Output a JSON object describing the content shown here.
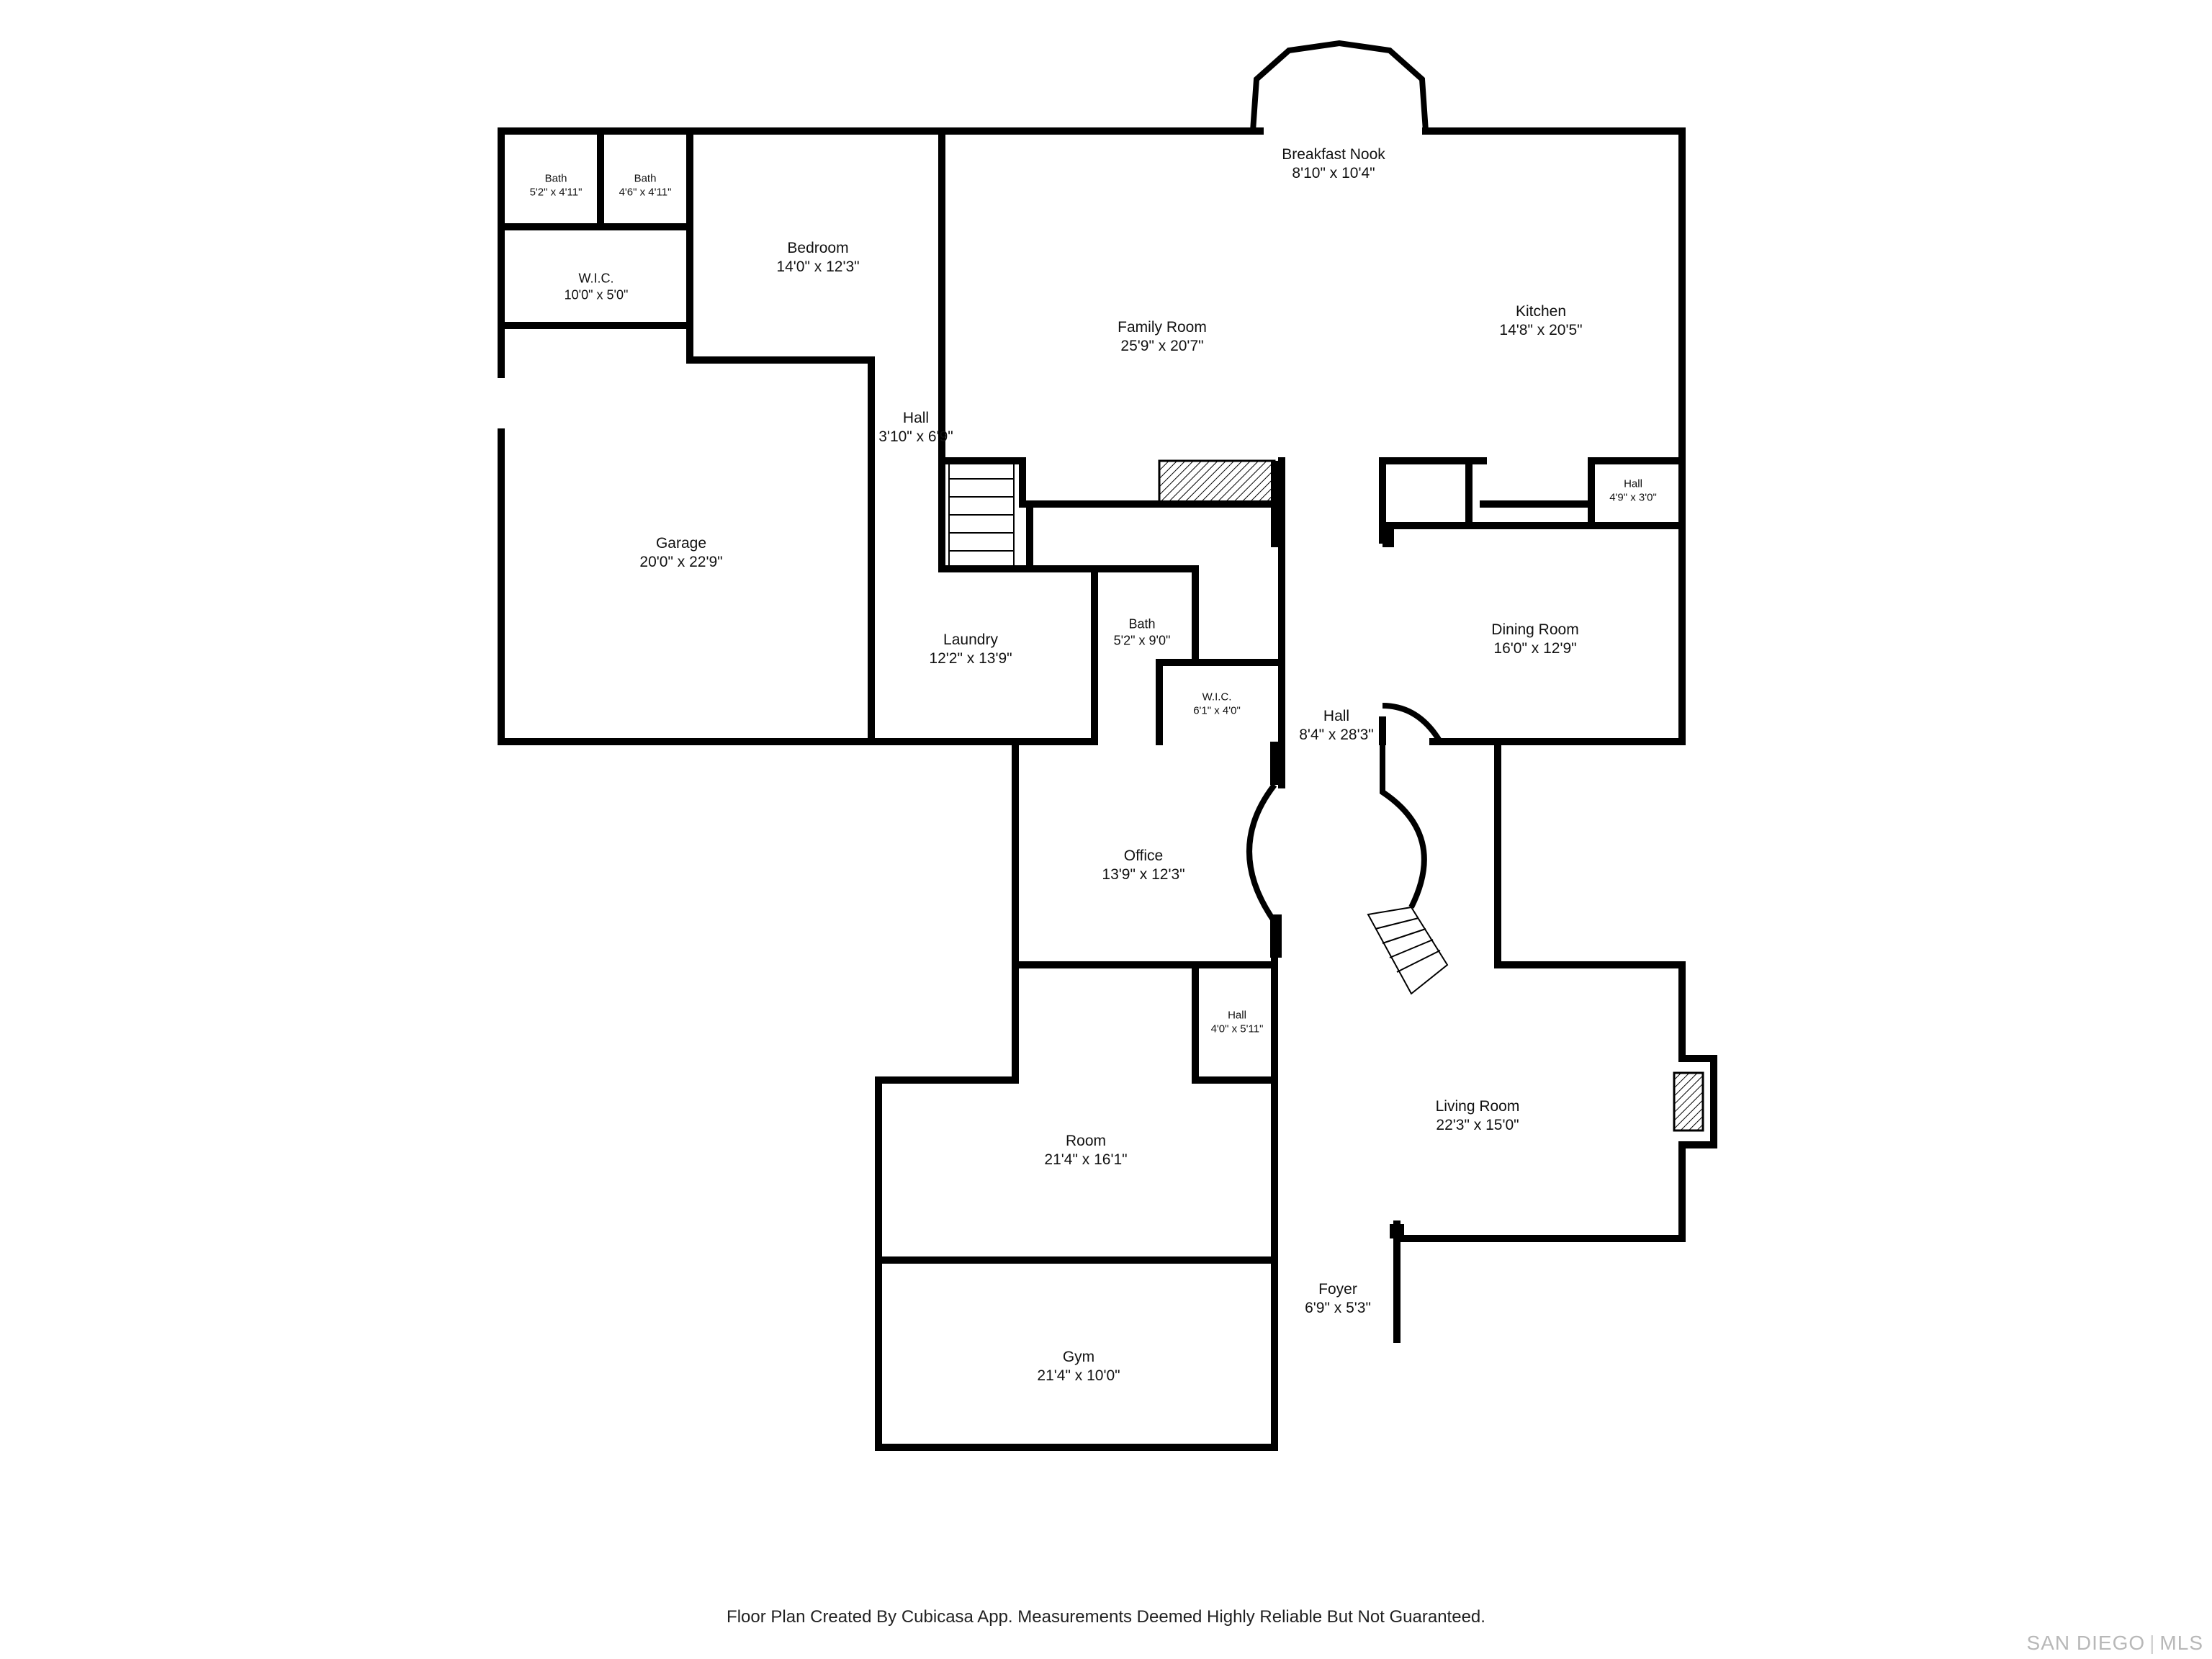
{
  "rooms": {
    "bath_a": {
      "name": "Bath",
      "dims": "5'2\" x 4'11\""
    },
    "bath_b": {
      "name": "Bath",
      "dims": "4'6\" x 4'11\""
    },
    "wic_top": {
      "name": "W.I.C.",
      "dims": "10'0\" x 5'0\""
    },
    "bedroom": {
      "name": "Bedroom",
      "dims": "14'0\" x 12'3\""
    },
    "breakfast_nook": {
      "name": "Breakfast Nook",
      "dims": "8'10\" x 10'4\""
    },
    "family_room": {
      "name": "Family Room",
      "dims": "25'9\" x 20'7\""
    },
    "kitchen": {
      "name": "Kitchen",
      "dims": "14'8\" x 20'5\""
    },
    "hall_small": {
      "name": "Hall",
      "dims": "3'10\" x 6'9\""
    },
    "hall_kitchen": {
      "name": "Hall",
      "dims": "4'9\" x 3'0\""
    },
    "garage": {
      "name": "Garage",
      "dims": "20'0\" x 22'9\""
    },
    "laundry": {
      "name": "Laundry",
      "dims": "12'2\" x 13'9\""
    },
    "bath_c": {
      "name": "Bath",
      "dims": "5'2\" x 9'0\""
    },
    "wic_mid": {
      "name": "W.I.C.",
      "dims": "6'1\" x 4'0\""
    },
    "dining_room": {
      "name": "Dining Room",
      "dims": "16'0\" x 12'9\""
    },
    "hall_main": {
      "name": "Hall",
      "dims": "8'4\" x 28'3\""
    },
    "office": {
      "name": "Office",
      "dims": "13'9\" x 12'3\""
    },
    "hall_office": {
      "name": "Hall",
      "dims": "4'0\" x 5'11\""
    },
    "living_room": {
      "name": "Living Room",
      "dims": "22'3\" x 15'0\""
    },
    "room": {
      "name": "Room",
      "dims": "21'4\" x 16'1\""
    },
    "foyer": {
      "name": "Foyer",
      "dims": "6'9\" x 5'3\""
    },
    "gym": {
      "name": "Gym",
      "dims": "21'4\" x 10'0\""
    }
  },
  "footer": {
    "disclaimer": "Floor Plan Created By Cubicasa App. Measurements Deemed Highly Reliable But Not Guaranteed.",
    "brand_left": "SAN DIEGO",
    "brand_sep": "|",
    "brand_right": "MLS"
  },
  "colors": {
    "wall": "#000000",
    "window": "#ffffff",
    "text": "#111111",
    "brand": "#b8b8b8"
  }
}
